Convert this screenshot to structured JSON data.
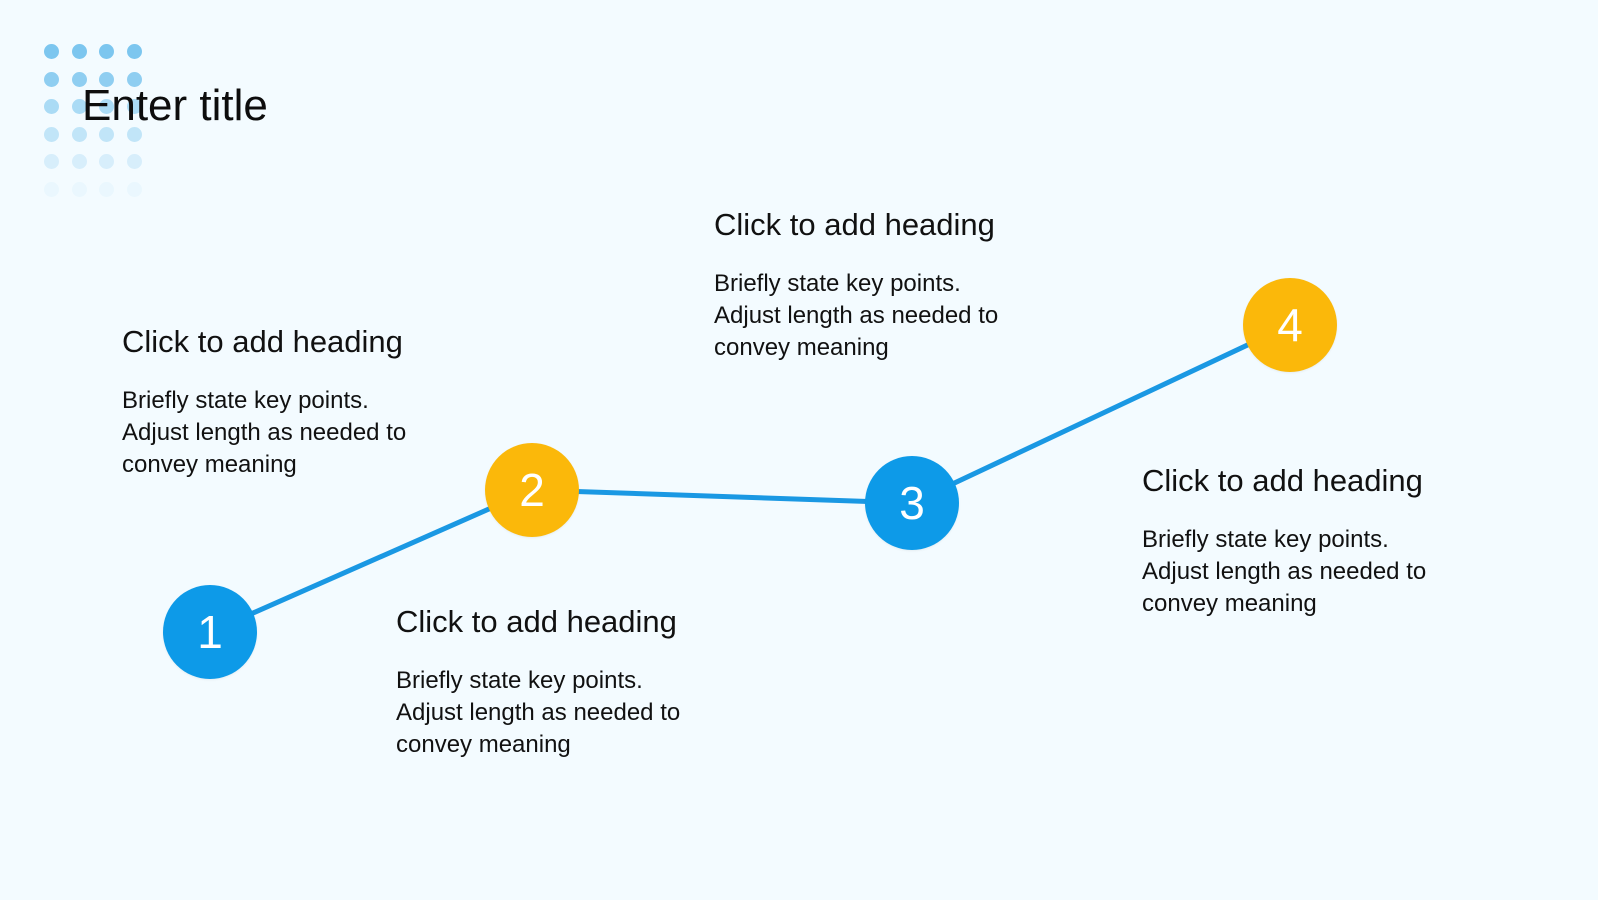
{
  "slide": {
    "title": "Enter title"
  },
  "colors": {
    "background": "#f3fbff",
    "blue": "#0d9ae8",
    "yellow": "#fbb80a",
    "line": "#1a98e3",
    "dots": "#7cc6ef"
  },
  "steps": [
    {
      "number": "1",
      "color": "blue",
      "heading": "Click to add heading",
      "body": "Briefly state key points.\nAdjust length as needed to\nconvey meaning"
    },
    {
      "number": "2",
      "color": "yellow",
      "heading": "Click to add heading",
      "body": "Briefly state key points.\nAdjust length as needed to\nconvey meaning"
    },
    {
      "number": "3",
      "color": "blue",
      "heading": "Click to add heading",
      "body": "Briefly state key points.\nAdjust length as needed to\nconvey meaning"
    },
    {
      "number": "4",
      "color": "yellow",
      "heading": "Click to add heading",
      "body": "Briefly state key points.\nAdjust length as needed to\nconvey meaning"
    }
  ]
}
